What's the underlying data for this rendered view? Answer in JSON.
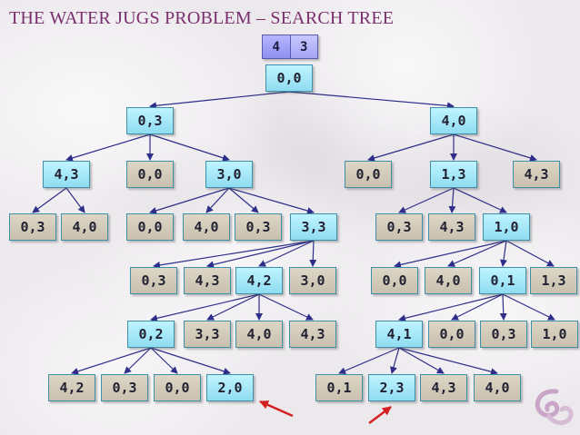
{
  "title": "THE WATER JUGS PROBLEM – SEARCH TREE",
  "header": {
    "left": "4",
    "right": "3"
  },
  "colors": {
    "title": "#7a2e6e",
    "node_blue": "#a6e8f8",
    "node_tan": "#d3cbb9",
    "edge": "#2e2e8a",
    "arrow": "#d42020"
  },
  "nodes": [
    {
      "id": "root",
      "label": "0,0",
      "color": "blue"
    },
    {
      "id": "n03",
      "label": "0,3",
      "color": "blue"
    },
    {
      "id": "n40",
      "label": "4,0",
      "color": "blue"
    },
    {
      "id": "a1",
      "label": "4,3",
      "color": "blue"
    },
    {
      "id": "a2",
      "label": "0,0",
      "color": "tan"
    },
    {
      "id": "a3",
      "label": "3,0",
      "color": "blue"
    },
    {
      "id": "b1",
      "label": "0,0",
      "color": "tan"
    },
    {
      "id": "b2",
      "label": "1,3",
      "color": "blue"
    },
    {
      "id": "b3",
      "label": "4,3",
      "color": "tan"
    },
    {
      "id": "c1",
      "label": "0,3",
      "color": "tan"
    },
    {
      "id": "c2",
      "label": "4,0",
      "color": "tan"
    },
    {
      "id": "c3",
      "label": "0,0",
      "color": "tan"
    },
    {
      "id": "c4",
      "label": "4,0",
      "color": "tan"
    },
    {
      "id": "c5",
      "label": "0,3",
      "color": "tan"
    },
    {
      "id": "c6",
      "label": "3,3",
      "color": "blue"
    },
    {
      "id": "c7",
      "label": "0,3",
      "color": "tan"
    },
    {
      "id": "c8",
      "label": "4,3",
      "color": "tan"
    },
    {
      "id": "c9",
      "label": "1,0",
      "color": "blue"
    },
    {
      "id": "d1",
      "label": "0,3",
      "color": "tan"
    },
    {
      "id": "d2",
      "label": "4,3",
      "color": "tan"
    },
    {
      "id": "d3",
      "label": "4,2",
      "color": "blue"
    },
    {
      "id": "d4",
      "label": "3,0",
      "color": "tan"
    },
    {
      "id": "d5",
      "label": "0,0",
      "color": "tan"
    },
    {
      "id": "d6",
      "label": "4,0",
      "color": "tan"
    },
    {
      "id": "d7",
      "label": "0,1",
      "color": "blue"
    },
    {
      "id": "d8",
      "label": "1,3",
      "color": "tan"
    },
    {
      "id": "e1",
      "label": "0,2",
      "color": "blue"
    },
    {
      "id": "e2",
      "label": "3,3",
      "color": "tan"
    },
    {
      "id": "e3",
      "label": "4,0",
      "color": "tan"
    },
    {
      "id": "e4",
      "label": "4,3",
      "color": "tan"
    },
    {
      "id": "e5",
      "label": "4,1",
      "color": "blue"
    },
    {
      "id": "e6",
      "label": "0,0",
      "color": "tan"
    },
    {
      "id": "e7",
      "label": "0,3",
      "color": "tan"
    },
    {
      "id": "e8",
      "label": "1,0",
      "color": "tan"
    },
    {
      "id": "f1",
      "label": "4,2",
      "color": "tan"
    },
    {
      "id": "f2",
      "label": "0,3",
      "color": "tan"
    },
    {
      "id": "f3",
      "label": "0,0",
      "color": "tan"
    },
    {
      "id": "f4",
      "label": "2,0",
      "color": "blue"
    },
    {
      "id": "f5",
      "label": "0,1",
      "color": "tan"
    },
    {
      "id": "f6",
      "label": "2,3",
      "color": "blue"
    },
    {
      "id": "f7",
      "label": "4,3",
      "color": "tan"
    },
    {
      "id": "f8",
      "label": "4,0",
      "color": "tan"
    }
  ],
  "edges": [
    [
      "root",
      "n03"
    ],
    [
      "root",
      "n40"
    ],
    [
      "n03",
      "a1"
    ],
    [
      "n03",
      "a2"
    ],
    [
      "n03",
      "a3"
    ],
    [
      "n40",
      "b1"
    ],
    [
      "n40",
      "b2"
    ],
    [
      "n40",
      "b3"
    ],
    [
      "a1",
      "c1"
    ],
    [
      "a1",
      "c2"
    ],
    [
      "a3",
      "c3"
    ],
    [
      "a3",
      "c4"
    ],
    [
      "a3",
      "c5"
    ],
    [
      "a3",
      "c6"
    ],
    [
      "b2",
      "c7"
    ],
    [
      "b2",
      "c8"
    ],
    [
      "b2",
      "c9"
    ],
    [
      "c6",
      "d1"
    ],
    [
      "c6",
      "d2"
    ],
    [
      "c6",
      "d3"
    ],
    [
      "c6",
      "d4"
    ],
    [
      "c9",
      "d5"
    ],
    [
      "c9",
      "d6"
    ],
    [
      "c9",
      "d7"
    ],
    [
      "c9",
      "d8"
    ],
    [
      "d3",
      "e1"
    ],
    [
      "d3",
      "e2"
    ],
    [
      "d3",
      "e3"
    ],
    [
      "d3",
      "e4"
    ],
    [
      "d7",
      "e5"
    ],
    [
      "d7",
      "e6"
    ],
    [
      "d7",
      "e7"
    ],
    [
      "d7",
      "e8"
    ],
    [
      "e1",
      "f1"
    ],
    [
      "e1",
      "f2"
    ],
    [
      "e1",
      "f3"
    ],
    [
      "e1",
      "f4"
    ],
    [
      "e5",
      "f5"
    ],
    [
      "e5",
      "f6"
    ],
    [
      "e5",
      "f7"
    ],
    [
      "e5",
      "f8"
    ]
  ],
  "goal_markers": [
    "f4",
    "f6"
  ]
}
